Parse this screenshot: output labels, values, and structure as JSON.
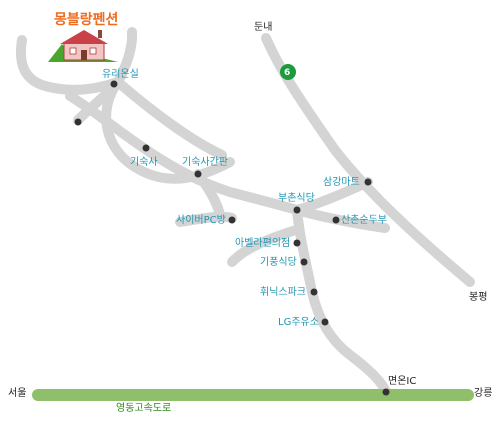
{
  "title": "몽블랑펜션",
  "places": {
    "yurionsil": "유리온실",
    "gisuksa": "기숙사",
    "gisuk_sagwan": "기숙사간판",
    "samgang_mart": "삼강마트",
    "buchon_sikdang": "부촌식당",
    "cyber_pc": "사이버PC방",
    "sanchon_sundubu": "산촌순두부",
    "abella_store": "아벨라편의점",
    "gipung_sikdang": "기풍식당",
    "hwinik_park": "휘닉스파크",
    "lg_gas": "LG주유소",
    "myeonon_ic": "면온IC"
  },
  "towns": {
    "dunnae": "둔내",
    "bongpyeong": "봉평",
    "seoul": "서울",
    "gangneung": "강릉"
  },
  "route_number": "6",
  "highway": "영동고속도로",
  "colors": {
    "road": "#d4d4d4",
    "highway": "#8fbf6a",
    "route_badge": "#1c9a3c",
    "label": "#1f97b2",
    "title": "#ef6b1f"
  }
}
